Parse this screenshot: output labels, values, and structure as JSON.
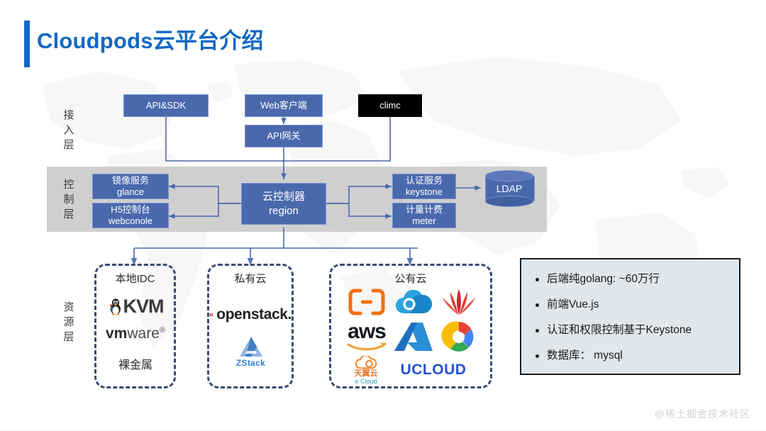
{
  "slide": {
    "title": "Cloudpods云平台介绍",
    "accent_color": "#1268c3",
    "watermark": "@稀土掘金技术社区"
  },
  "layers": [
    {
      "name": "access-layer",
      "label": "接入层",
      "chars": [
        "接",
        "入",
        "层"
      ]
    },
    {
      "name": "control-layer",
      "label": "控制层",
      "chars": [
        "控",
        "制",
        "层"
      ]
    },
    {
      "name": "resource-layer",
      "label": "资源层",
      "chars": [
        "资",
        "源",
        "层"
      ]
    }
  ],
  "access": {
    "boxes": [
      {
        "id": "api-sdk",
        "line1": "API&SDK",
        "line2": "",
        "style": "blue"
      },
      {
        "id": "web-client",
        "line1": "Web客户端",
        "line2": "",
        "style": "blue"
      },
      {
        "id": "climc",
        "line1": "climc",
        "line2": "",
        "style": "black"
      },
      {
        "id": "api-gateway",
        "line1": "API网关",
        "line2": "",
        "style": "blue"
      }
    ]
  },
  "control": {
    "band_color": "#cfcfcf",
    "boxes": [
      {
        "id": "glance",
        "line1": "镜像服务",
        "line2": "glance"
      },
      {
        "id": "webconsole",
        "line1": "H5控制台",
        "line2": "webconole"
      },
      {
        "id": "region",
        "line1": "云控制器",
        "line2": "region"
      },
      {
        "id": "keystone",
        "line1": "认证服务",
        "line2": "keystone"
      },
      {
        "id": "meter",
        "line1": "计量计费",
        "line2": "meter"
      }
    ],
    "ldap": {
      "id": "ldap",
      "label": "LDAP"
    }
  },
  "resources": {
    "groups": [
      {
        "id": "local-idc",
        "title": "本地IDC",
        "items": [
          {
            "id": "kvm",
            "label": "KVM"
          },
          {
            "id": "vmware",
            "label": "vmware",
            "bold_part": "vm",
            "rest": "ware"
          },
          {
            "id": "baremetal",
            "label": "裸金属"
          }
        ]
      },
      {
        "id": "private-cloud",
        "title": "私有云",
        "items": [
          {
            "id": "openstack",
            "label": "openstack."
          },
          {
            "id": "zstack",
            "label": "ZStack"
          }
        ]
      },
      {
        "id": "public-cloud",
        "title": "公有云",
        "items": [
          {
            "id": "aliyun",
            "label": ""
          },
          {
            "id": "tencent",
            "label": ""
          },
          {
            "id": "huawei",
            "label": ""
          },
          {
            "id": "aws",
            "label": "aws"
          },
          {
            "id": "azure",
            "label": ""
          },
          {
            "id": "google",
            "label": ""
          },
          {
            "id": "tianyi",
            "label": "天翼云",
            "sub": "e Cloud"
          },
          {
            "id": "ucloud",
            "label": "UCLOUD"
          }
        ]
      }
    ]
  },
  "notes": {
    "items": [
      "后端纯golang: ~60万行",
      "前端Vue.js",
      "认证和权限控制基于Keystone",
      "数据库： mysql"
    ]
  }
}
